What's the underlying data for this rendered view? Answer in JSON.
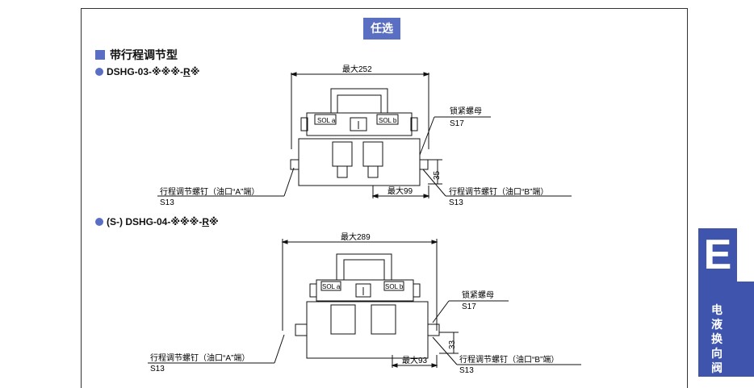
{
  "header": {
    "badge": "任选"
  },
  "section": {
    "title": "带行程调节型"
  },
  "models": [
    {
      "prefix": "DSHG-03-※※※-",
      "suffix_bold": "R",
      "suffix_tail": "※"
    },
    {
      "prefix": "(S-) DSHG-04-※※※-",
      "suffix_bold": "R",
      "suffix_tail": "※"
    }
  ],
  "diagram1": {
    "max_width": "最大252",
    "lock_nut": "锁紧螺母",
    "lock_nut_size": "S17",
    "adjust_a": "行程调节螺钉（油口“A”端）",
    "adjust_a_size": "S13",
    "adjust_b": "行程调节螺钉（油口“B”端）",
    "adjust_b_size": "S13",
    "max_b": "最大99",
    "height": "35",
    "sol_a": "SOL a",
    "sol_b": "SOL b"
  },
  "diagram2": {
    "max_width": "最大289",
    "lock_nut": "锁紧螺母",
    "lock_nut_size": "S17",
    "adjust_a": "行程调节螺钉（油口“A”端）",
    "adjust_a_size": "S13",
    "adjust_b": "行程调节螺钉（油口“B”端）",
    "adjust_b_size": "S13",
    "max_b": "最大93",
    "height": "33",
    "sol_a": "SOL a",
    "sol_b": "SOL b"
  },
  "side_tab": {
    "letter": "E",
    "text": "电液换向阀"
  }
}
